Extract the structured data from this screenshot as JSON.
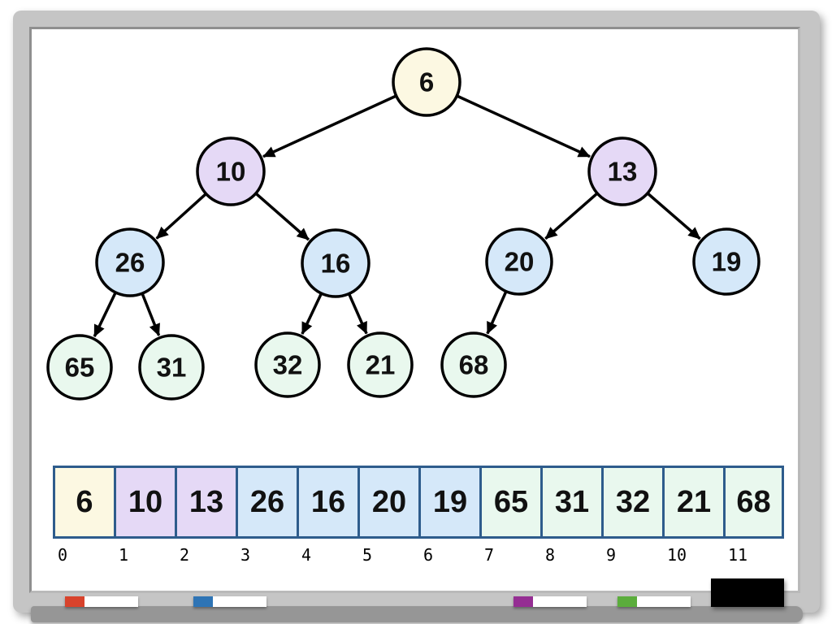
{
  "palette": {
    "level0": "#fcf8e2",
    "level1": "#e5d9f6",
    "level2": "#d5e8f9",
    "level3": "#e9f8ee",
    "node_stroke": "#000000",
    "edge_color": "#000000",
    "array_border": "#2e5c8c"
  },
  "tree": {
    "nodes": [
      {
        "value": "6",
        "level": 0,
        "parent": null
      },
      {
        "value": "10",
        "level": 1,
        "parent": 0
      },
      {
        "value": "13",
        "level": 1,
        "parent": 0
      },
      {
        "value": "26",
        "level": 2,
        "parent": 1
      },
      {
        "value": "16",
        "level": 2,
        "parent": 1
      },
      {
        "value": "20",
        "level": 2,
        "parent": 2
      },
      {
        "value": "19",
        "level": 2,
        "parent": 2
      },
      {
        "value": "65",
        "level": 3,
        "parent": 3
      },
      {
        "value": "31",
        "level": 3,
        "parent": 3
      },
      {
        "value": "32",
        "level": 3,
        "parent": 4
      },
      {
        "value": "21",
        "level": 3,
        "parent": 4
      },
      {
        "value": "68",
        "level": 3,
        "parent": 5
      }
    ]
  },
  "array": {
    "cells": [
      {
        "index": "0",
        "value": "6",
        "level": 0
      },
      {
        "index": "1",
        "value": "10",
        "level": 1
      },
      {
        "index": "2",
        "value": "13",
        "level": 1
      },
      {
        "index": "3",
        "value": "26",
        "level": 2
      },
      {
        "index": "4",
        "value": "16",
        "level": 2
      },
      {
        "index": "5",
        "value": "20",
        "level": 2
      },
      {
        "index": "6",
        "value": "19",
        "level": 2
      },
      {
        "index": "7",
        "value": "65",
        "level": 3
      },
      {
        "index": "8",
        "value": "31",
        "level": 3
      },
      {
        "index": "9",
        "value": "32",
        "level": 3
      },
      {
        "index": "10",
        "value": "21",
        "level": 3
      },
      {
        "index": "11",
        "value": "68",
        "level": 3
      }
    ]
  },
  "tray": {
    "markers": [
      {
        "color_name": "red",
        "hex": "#d8432c"
      },
      {
        "color_name": "blue",
        "hex": "#2e74b5"
      },
      {
        "color_name": "purple",
        "hex": "#952e93"
      },
      {
        "color_name": "green",
        "hex": "#5bad3c"
      }
    ],
    "eraser_hex": "#000000"
  }
}
